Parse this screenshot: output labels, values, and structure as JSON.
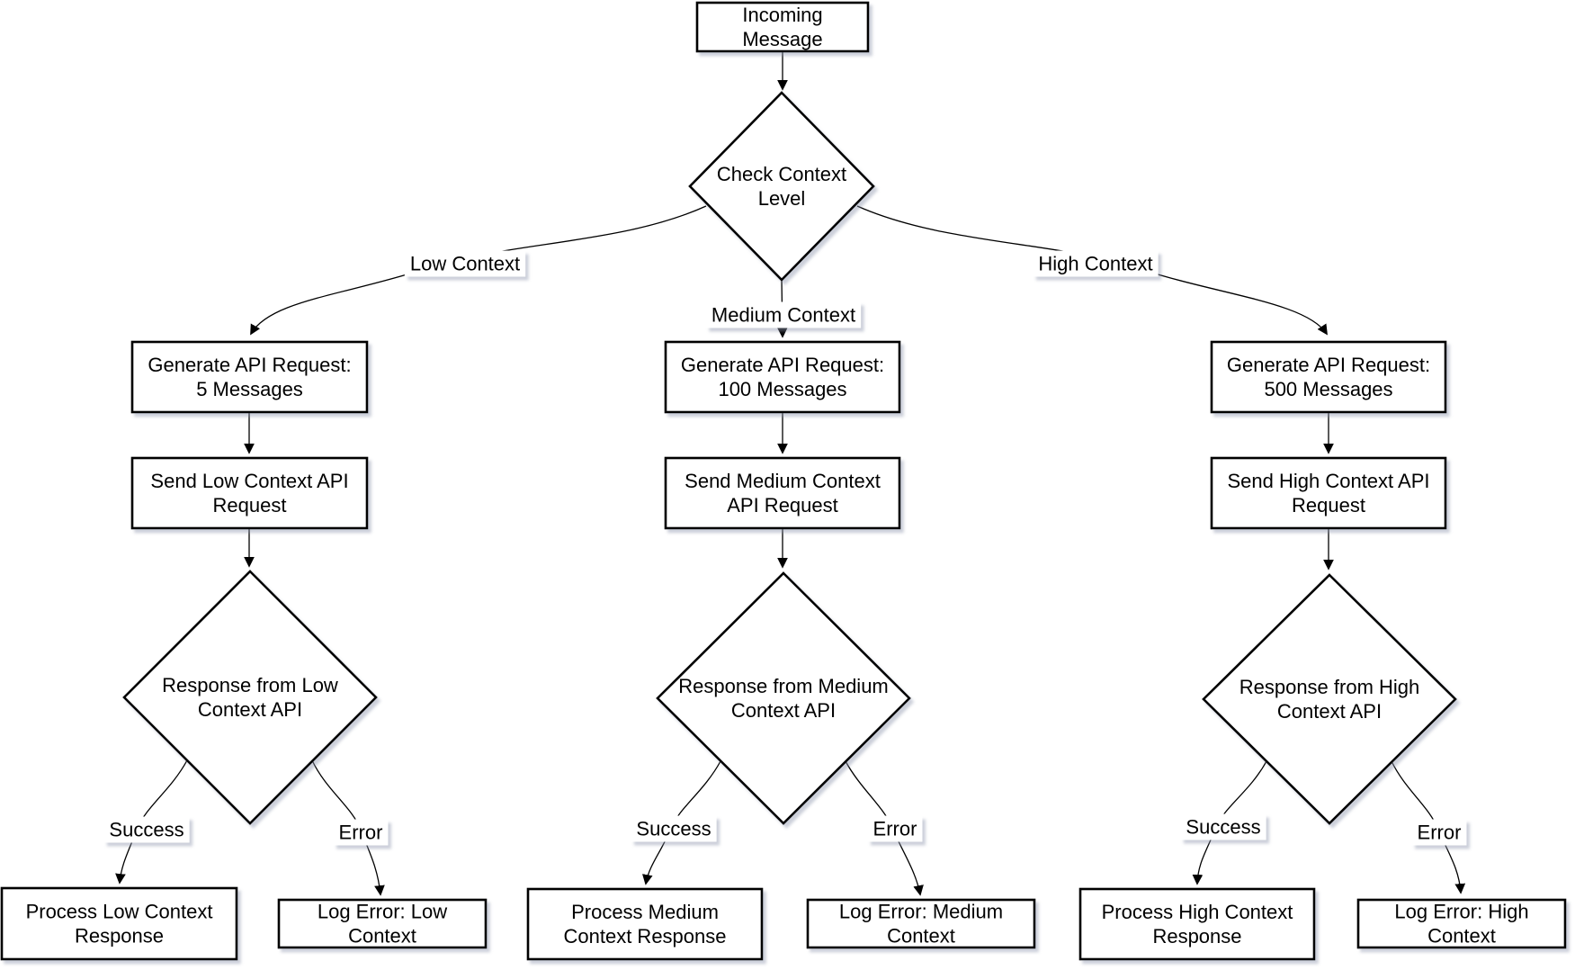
{
  "diagram": {
    "type": "flowchart",
    "direction": "top-down",
    "colors": {
      "background": "#ffffff",
      "node_fill": "#ffffff",
      "node_stroke": "#000000",
      "edge_color": "#000000",
      "text_color": "#000000",
      "label_background": "#ffffff",
      "shadow_color": "#8e95ad"
    },
    "nodes": [
      {
        "id": "incoming",
        "shape": "rect",
        "lines": [
          "Incoming",
          "Message"
        ]
      },
      {
        "id": "check_context",
        "shape": "diamond",
        "lines": [
          "Check Context",
          "Level"
        ]
      },
      {
        "id": "gen_low",
        "shape": "rect",
        "lines": [
          "Generate API Request:",
          "5 Messages"
        ]
      },
      {
        "id": "gen_med",
        "shape": "rect",
        "lines": [
          "Generate API Request:",
          "100 Messages"
        ]
      },
      {
        "id": "gen_high",
        "shape": "rect",
        "lines": [
          "Generate API Request:",
          "500 Messages"
        ]
      },
      {
        "id": "send_low",
        "shape": "rect",
        "lines": [
          "Send Low Context API",
          "Request"
        ]
      },
      {
        "id": "send_med",
        "shape": "rect",
        "lines": [
          "Send Medium Context",
          "API Request"
        ]
      },
      {
        "id": "send_high",
        "shape": "rect",
        "lines": [
          "Send High Context API",
          "Request"
        ]
      },
      {
        "id": "resp_low",
        "shape": "diamond",
        "lines": [
          "Response from Low",
          "Context API"
        ]
      },
      {
        "id": "resp_med",
        "shape": "diamond",
        "lines": [
          "Response from Medium",
          "Context API"
        ]
      },
      {
        "id": "resp_high",
        "shape": "diamond",
        "lines": [
          "Response from High",
          "Context API"
        ]
      },
      {
        "id": "proc_low",
        "shape": "rect",
        "lines": [
          "Process Low Context",
          "Response"
        ]
      },
      {
        "id": "log_low",
        "shape": "rect",
        "lines": [
          "Log Error: Low",
          "Context"
        ]
      },
      {
        "id": "proc_med",
        "shape": "rect",
        "lines": [
          "Process Medium",
          "Context Response"
        ]
      },
      {
        "id": "log_med",
        "shape": "rect",
        "lines": [
          "Log Error: Medium",
          "Context"
        ]
      },
      {
        "id": "proc_high",
        "shape": "rect",
        "lines": [
          "Process High Context",
          "Response"
        ]
      },
      {
        "id": "log_high",
        "shape": "rect",
        "lines": [
          "Log Error: High",
          "Context"
        ]
      }
    ],
    "edges": [
      {
        "from": "incoming",
        "to": "check_context",
        "label": ""
      },
      {
        "from": "check_context",
        "to": "gen_low",
        "label": "Low Context"
      },
      {
        "from": "check_context",
        "to": "gen_med",
        "label": "Medium Context"
      },
      {
        "from": "check_context",
        "to": "gen_high",
        "label": "High Context"
      },
      {
        "from": "gen_low",
        "to": "send_low",
        "label": ""
      },
      {
        "from": "gen_med",
        "to": "send_med",
        "label": ""
      },
      {
        "from": "gen_high",
        "to": "send_high",
        "label": ""
      },
      {
        "from": "send_low",
        "to": "resp_low",
        "label": ""
      },
      {
        "from": "send_med",
        "to": "resp_med",
        "label": ""
      },
      {
        "from": "send_high",
        "to": "resp_high",
        "label": ""
      },
      {
        "from": "resp_low",
        "to": "proc_low",
        "label": "Success"
      },
      {
        "from": "resp_low",
        "to": "log_low",
        "label": "Error"
      },
      {
        "from": "resp_med",
        "to": "proc_med",
        "label": "Success"
      },
      {
        "from": "resp_med",
        "to": "log_med",
        "label": "Error"
      },
      {
        "from": "resp_high",
        "to": "proc_high",
        "label": "Success"
      },
      {
        "from": "resp_high",
        "to": "log_high",
        "label": "Error"
      }
    ]
  }
}
